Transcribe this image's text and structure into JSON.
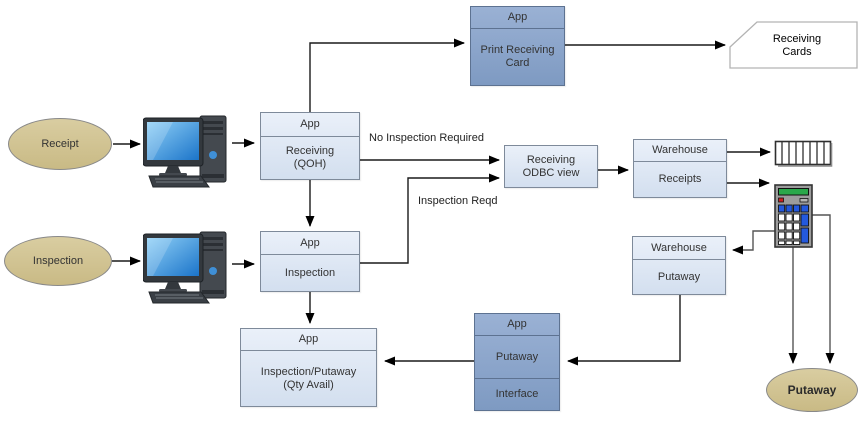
{
  "nodes": {
    "receipt": {
      "label": "Receipt"
    },
    "inspection_source": {
      "label": "Inspection"
    },
    "putaway_result": {
      "label": "Putaway"
    },
    "receiving": {
      "header": "App",
      "line1": "Receiving",
      "line2": "(QOH)"
    },
    "print_card": {
      "header": "App",
      "line1": "Print Receiving",
      "line2": "Card"
    },
    "receiving_cards": {
      "line1": "Receiving",
      "line2": "Cards"
    },
    "odbc": {
      "line1": "Receiving",
      "line2": "ODBC view"
    },
    "warehouse_receipts": {
      "header": "Warehouse",
      "body": "Receipts"
    },
    "inspection_app": {
      "header": "App",
      "body": "Inspection"
    },
    "warehouse_putaway": {
      "header": "Warehouse",
      "body": "Putaway"
    },
    "putaway_interface": {
      "header": "App",
      "mid": "Putaway",
      "bottom": "Interface"
    },
    "inspection_putaway": {
      "header": "App",
      "line1": "Inspection/Putaway",
      "line2": "(Qty Avail)"
    }
  },
  "edge_labels": {
    "no_inspection": "No Inspection Required",
    "inspection_reqd": "Inspection Reqd"
  },
  "icons": {
    "computer": "desktop-computer-icon",
    "card_rack": "card-rack-icon",
    "keypad": "keypad-icon"
  },
  "colors": {
    "node_light": "#dce6f2",
    "node_dark": "#8ca6cc",
    "ellipse_tan": "#cfc190",
    "connector": "#1a1a1a",
    "display_green": "#2aa84a",
    "key_blue": "#2459dd",
    "button_red": "#cc1f1f"
  }
}
